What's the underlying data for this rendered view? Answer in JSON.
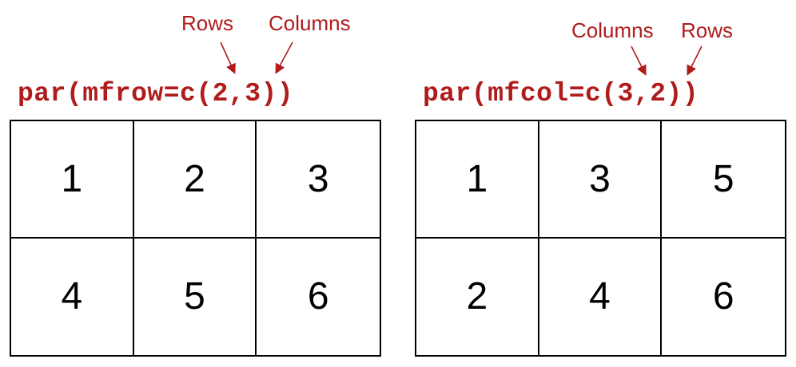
{
  "left": {
    "labels": {
      "first": "Rows",
      "second": "Columns"
    },
    "code": "par(mfrow=c(2,3))",
    "cells": [
      "1",
      "2",
      "3",
      "4",
      "5",
      "6"
    ]
  },
  "right": {
    "labels": {
      "first": "Columns",
      "second": "Rows"
    },
    "code": "par(mfcol=c(3,2))",
    "cells": [
      "1",
      "3",
      "5",
      "2",
      "4",
      "6"
    ]
  },
  "colors": {
    "annotation": "#b01c1c",
    "grid_lines": "#000000"
  }
}
